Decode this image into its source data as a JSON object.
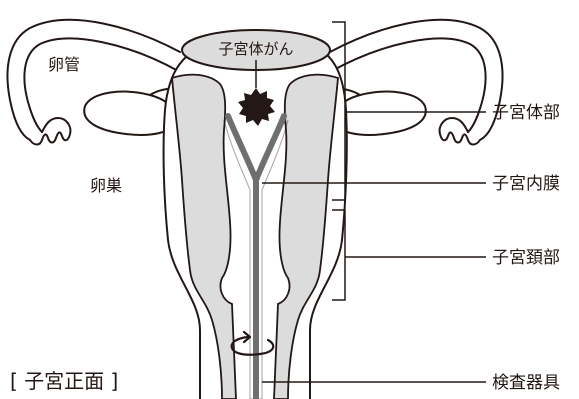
{
  "labels": {
    "tumor": "子宮体がん",
    "fallopian_tube": "卵管",
    "ovary": "卵巣",
    "uterine_body": "子宮体部",
    "endometrium": "子宮内膜",
    "cervix": "子宮頚部",
    "instrument": "検査器具",
    "view": "[ 子宮正面 ]"
  },
  "colors": {
    "outline": "#231815",
    "tissue_fill": "#dcdcdc",
    "instrument": "#6f6f6f",
    "tumor": "#231815",
    "background": "#ffffff"
  },
  "icons": {
    "rotation": "rotation-arrow-icon",
    "tumor": "tumor-blob-icon"
  }
}
